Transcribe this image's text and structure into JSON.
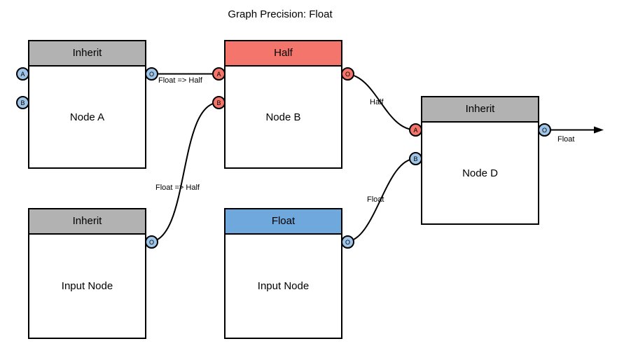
{
  "title": "Graph Precision: Float",
  "colors": {
    "header_gray": "#b2b2b2",
    "header_red": "#f4756c",
    "header_blue": "#6fa8dc",
    "port_blue": "#9fc5e8",
    "port_red": "#f4756c"
  },
  "nodes": {
    "node_a": {
      "header": "Inherit",
      "label": "Node A",
      "ports": {
        "in_a": "A",
        "in_b": "B",
        "out": "O"
      }
    },
    "node_b": {
      "header": "Half",
      "label": "Node B",
      "ports": {
        "in_a": "A",
        "in_b": "B",
        "out": "O"
      }
    },
    "node_d": {
      "header": "Inherit",
      "label": "Node D",
      "ports": {
        "in_a": "A",
        "in_b": "B",
        "out": "O"
      }
    },
    "input_node_1": {
      "header": "Inherit",
      "label": "Input Node",
      "ports": {
        "out": "O"
      }
    },
    "input_node_2": {
      "header": "Float",
      "label": "Input Node",
      "ports": {
        "out": "O"
      }
    }
  },
  "edges": {
    "a_to_b": {
      "label": "Float => Half"
    },
    "input1_to_b": {
      "label": "Float => Half"
    },
    "b_to_d": {
      "label": "Half"
    },
    "input2_to_d": {
      "label": "Float"
    },
    "d_output": {
      "label": "Float"
    }
  }
}
